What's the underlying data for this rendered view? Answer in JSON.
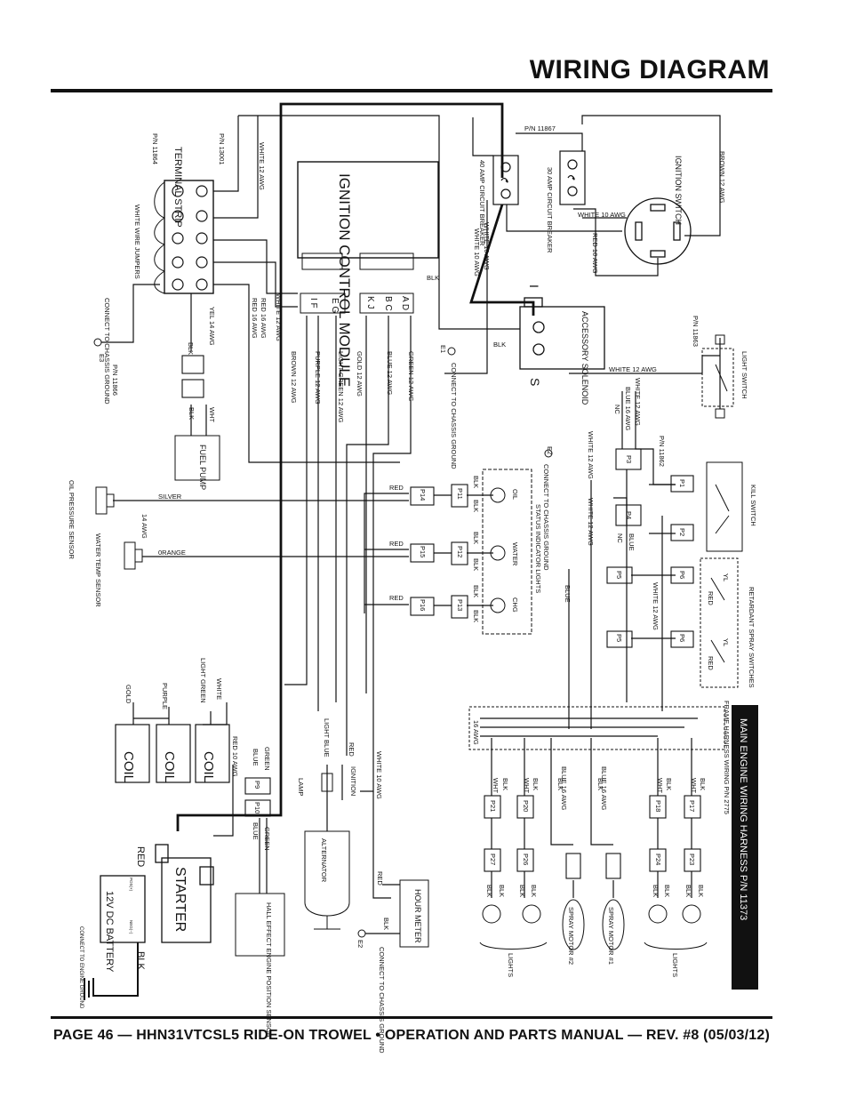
{
  "page": {
    "title": "WIRING DIAGRAM",
    "footer": "PAGE 46 — HHN31VTCSL5 RIDE-ON TROWEL • OPERATION AND PARTS MANUAL — REV. #8 (05/03/12)"
  },
  "components": {
    "terminal_strip": "TERMINAL STRIP",
    "terminal_strip_pn1": "P/N 11864",
    "terminal_strip_pn2": "P/N 13001",
    "white_wire_jumpers": "WHITE WIRE JUMPERS",
    "ignition_control_module": "IGNITION CONTROL MODULE",
    "circuit_breaker_40": "40 AMP CIRCUIT BREAKER",
    "circuit_breaker_30": "30 AMP CIRCUIT BREAKER",
    "breaker_pn": "P/N 11867",
    "ignition_switch": "IGNITION SWITCH",
    "accessory_solenoid": "ACCESSORY SOLENOID",
    "solenoid_i": "I",
    "solenoid_s": "S",
    "connect_to_chassis_ground": "CONNECT TO CHASSIS GROUND",
    "fuel_pump": "FUEL PUMP",
    "pn_11866": "P/N 11866",
    "e1": "E1",
    "e2": "E2",
    "e3": "E3",
    "oil_pressure_sensor": "OIL PRESSURE SENSOR",
    "water_temp_sensor": "WATER TEMP SENSOR",
    "status_indicator_lights": "STATUS INDICATOR LIGHTS",
    "oil": "OIL",
    "water": "WATER",
    "chg": "CHG",
    "light_switch": "LIGHT SWITCH",
    "pn_11863": "P/N 11863",
    "pn_11862": "P/N 11862",
    "kill_switch": "KILL SWITCH",
    "retardant_spray_switches": "RETARDANT SPRAY SWITCHES",
    "frame_harness_wiring": "FRAME HARNESS WIRING P/N 2775",
    "main_engine_harness": "MAIN ENGINE WIRING HARNESS P/N 11373",
    "coil": "COIL",
    "starter": "STARTER",
    "battery": "12V DC BATTERY",
    "red": "RED",
    "blk": "BLK",
    "hall_effect": "HALL EFFECT ENGINE POSITION SENSOR",
    "alternator": "ALTERNATOR",
    "lamp": "LAMP",
    "hour_meter": "HOUR METER",
    "spray_motor_1": "SPRAY MOTOR #1",
    "spray_motor_2": "SPRAY MOTOR #2",
    "lights": "LIGHTS",
    "connect_to_engine_ground": "CONNECT TO ENGINE GROUND",
    "post_plus": "POS(+)",
    "neg_minus": "NEG(−)"
  },
  "connectors": {
    "ad": "A D",
    "bc": "B C",
    "kj": "K J",
    "eg": "E G",
    "if": "I F",
    "p1": "P1",
    "p2": "P2",
    "p3": "P3",
    "p4": "P4",
    "p5": "P5",
    "p6": "P6",
    "p9": "P9",
    "p10": "P10",
    "p11": "P11",
    "p12": "P12",
    "p13": "P13",
    "p14": "P14",
    "p15": "P15",
    "p16": "P16",
    "p17": "P17",
    "p18": "P18",
    "p20": "P20",
    "p21": "P21",
    "p23": "P23",
    "p24": "P24",
    "p26": "P26",
    "p27": "P27"
  },
  "wires": {
    "white_12": "WHITE 12 AWG",
    "white_10": "WHITE 10 AWG",
    "white_te_10": "WHITE 10 AWG",
    "red_10": "RED 10 AWG",
    "red_16": "RED 16 AWG",
    "brown_12": "BROWN 12 AWG",
    "purple_12": "PURPLE 12 AWG",
    "light_green_12": "LIGHT GREEN 12 AWG",
    "gold_12": "GOLD 12 AWG",
    "blue_12": "BLUE 12 AWG",
    "green_12": "GREEN 12 AWG",
    "yel_14": "YEL 14 AWG",
    "blue_16": "BLUE 16 AWG",
    "silver": "SILVER",
    "orange": "0RANGE",
    "awg_14": "14 AWG",
    "awg_16": "16 AWG",
    "blk": "BLK",
    "wht": "WHT",
    "nc": "NC",
    "red": "RED",
    "blue": "BLUE",
    "gold": "GOLD",
    "purple": "PURPLE",
    "light_green": "LIGHT GREEN",
    "white": "WHITE",
    "green": "GREEN",
    "light_blue": "LIGHT BLUE",
    "ignition": "IGNITION",
    "yl": "YL"
  }
}
